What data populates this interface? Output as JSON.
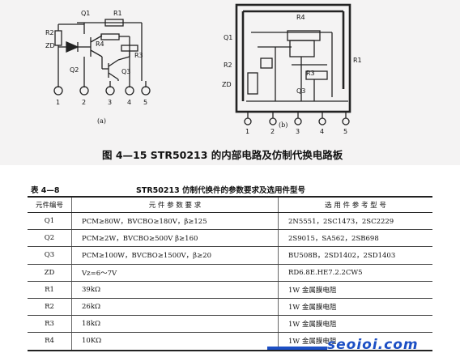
{
  "figure": {
    "caption": "图 4—15  STR50213 的内部电路及仿制代换电路板",
    "sub_a": "(a)",
    "sub_b": "(b)",
    "labels_a": {
      "q1": "Q1",
      "r1": "R1",
      "r2": "R2",
      "r4": "R4",
      "zd": "ZD",
      "r3": "R3",
      "q2": "Q2",
      "q3": "Q3",
      "p1": "1",
      "p2": "2",
      "p3": "3",
      "p4": "4",
      "p5": "5"
    },
    "labels_b": {
      "r4": "R4",
      "q1": "Q1",
      "r2": "R2",
      "zd": "ZD",
      "r3": "R3",
      "q3": "Q3",
      "r1": "R1",
      "p1": "1",
      "p2": "2",
      "p3": "3",
      "p4": "4",
      "p5": "5"
    }
  },
  "table": {
    "number": "表 4—8",
    "title": "STR50213 仿制代换件的参数要求及选用件型号",
    "headers": [
      "元件编号",
      "元 件 参 数 要 求",
      "选 用 件 参 考 型 号"
    ],
    "rows": [
      [
        "Q1",
        "PCM≥80W，BVCBO≥180V，β≥125",
        "2N5551，2SC1473，2SC2229"
      ],
      [
        "Q2",
        "PCM≥2W，BVCBO≥500V  β≥160",
        "2S9015，SA562，2SB698"
      ],
      [
        "Q3",
        "PCM≥100W，BVCBO≥1500V，β≥20",
        "BU508B，2SD1402，2SD1403"
      ],
      [
        "ZD",
        "Vz=6～7V",
        "RD6.8E.HE7.2.2CW5"
      ],
      [
        "R1",
        "39kΩ",
        "1W 金属膜电阻"
      ],
      [
        "R2",
        "26kΩ",
        "1W 金属膜电阻"
      ],
      [
        "R3",
        "18kΩ",
        "1W 金属膜电阻"
      ],
      [
        "R4",
        "10KΩ",
        "1W 金属膜电阻"
      ]
    ]
  },
  "watermark": "seoioi.com"
}
